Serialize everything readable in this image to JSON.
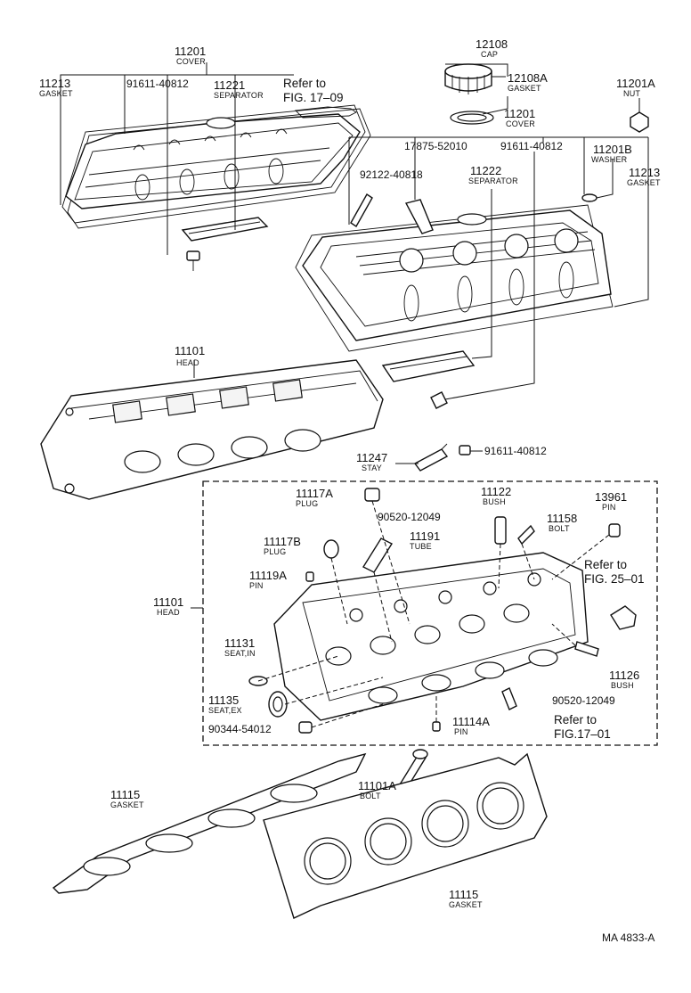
{
  "labels": {
    "l11201_top": {
      "number": "11201",
      "name": "COVER"
    },
    "l11213_left": {
      "number": "11213",
      "name": "GASKET"
    },
    "l91611_left": {
      "number": "91611-40812",
      "name": ""
    },
    "l11221": {
      "number": "11221",
      "name": "SEPARATOR"
    },
    "l12108": {
      "number": "12108",
      "name": "CAP"
    },
    "l12108a": {
      "number": "12108A",
      "name": "GASKET"
    },
    "l11201a": {
      "number": "11201A",
      "name": "NUT"
    },
    "l11201_right": {
      "number": "11201",
      "name": "COVER"
    },
    "l17875": {
      "number": "17875-52010",
      "name": ""
    },
    "l91611_right": {
      "number": "91611-40812",
      "name": ""
    },
    "l11201b": {
      "number": "11201B",
      "name": "WASHER"
    },
    "l11213_right": {
      "number": "11213",
      "name": "GASKET"
    },
    "l92122": {
      "number": "92122-40818",
      "name": ""
    },
    "l11222": {
      "number": "11222",
      "name": "SEPARATOR"
    },
    "l11101_head_top": {
      "number": "11101",
      "name": "HEAD"
    },
    "l11247": {
      "number": "11247",
      "name": "STAY"
    },
    "l91611_mid": {
      "number": "91611-40812",
      "name": ""
    },
    "l11117a": {
      "number": "11117A",
      "name": "PLUG"
    },
    "l11122": {
      "number": "11122",
      "name": "BUSH"
    },
    "l13961": {
      "number": "13961",
      "name": "PIN"
    },
    "l90520_top": {
      "number": "90520-12049",
      "name": ""
    },
    "l11158": {
      "number": "11158",
      "name": "BOLT"
    },
    "l11117b": {
      "number": "11117B",
      "name": "PLUG"
    },
    "l11191": {
      "number": "11191",
      "name": "TUBE"
    },
    "l11119a": {
      "number": "11119A",
      "name": "PIN"
    },
    "l11101_head_mid": {
      "number": "11101",
      "name": "HEAD"
    },
    "l11131": {
      "number": "11131",
      "name": "SEAT,IN"
    },
    "l11135": {
      "number": "11135",
      "name": "SEAT,EX"
    },
    "l90344": {
      "number": "90344-54012",
      "name": ""
    },
    "l11126": {
      "number": "11126",
      "name": "BUSH"
    },
    "l90520_bottom": {
      "number": "90520-12049",
      "name": ""
    },
    "l11114a": {
      "number": "11114A",
      "name": "PIN"
    },
    "l11101a": {
      "number": "11101A",
      "name": "BOLT"
    },
    "l11115_left": {
      "number": "11115",
      "name": "GASKET"
    },
    "l11115_right": {
      "number": "11115",
      "name": "GASKET"
    }
  },
  "references": {
    "ref_17_09": {
      "line1": "Refer to",
      "line2": "FIG. 17–09"
    },
    "ref_25_01": {
      "line1": "Refer to",
      "line2": "FIG. 25–01"
    },
    "ref_17_01": {
      "line1": "Refer to",
      "line2": "FIG.17–01"
    }
  },
  "figure_code": "MA 4833-A"
}
